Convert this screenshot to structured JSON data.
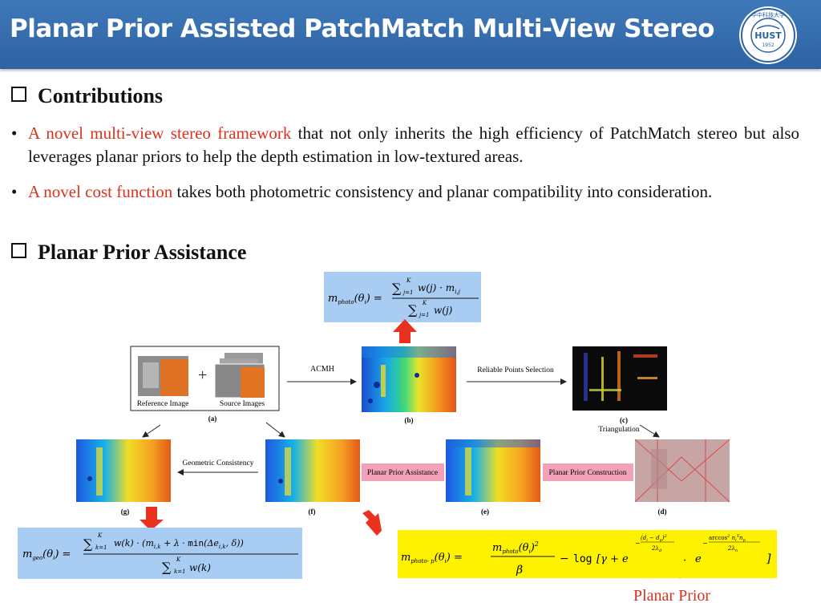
{
  "title": "Planar Prior Assisted PatchMatch Multi-View Stereo",
  "logo": {
    "text_top": "华中科技大学",
    "text_center": "HUST",
    "year": "1952"
  },
  "contributions": {
    "heading": "Contributions",
    "bullets": [
      {
        "highlight": "A novel multi-view stereo framework",
        "rest": " that not only inherits the high efficiency of PatchMatch stereo but also leverages planar priors to help the depth estimation in low-textured areas."
      },
      {
        "highlight": "A novel cost function",
        "rest": " takes both photometric consistency and planar compatibility into consideration."
      }
    ]
  },
  "assistance": {
    "heading": "Planar Prior Assistance"
  },
  "equations": {
    "photo": {
      "lhs": "m",
      "lhs_sub": "photo",
      "theta": "θ",
      "i": "i",
      "sum_top": "K",
      "sum_bottom": "j=1",
      "numerator": "w(j) · m",
      "num_sub": "i,j",
      "denominator": "w(j)"
    },
    "geo": {
      "lhs": "m",
      "lhs_sub": "geo",
      "sum_top": "K",
      "sum_bottom": "k=1",
      "numerator": "w(k) · (m",
      "num_sub": "i,k",
      "num_mid": " + λ · ",
      "min": "min",
      "num_end": "(Δe",
      "num_end_sub": "i,k",
      "num_tail": ", δ))",
      "denominator": "w(k)"
    },
    "photo_p": {
      "lhs": "m",
      "lhs_sub": "photo- p",
      "numerator": "m",
      "num_sub": "photo",
      "num_tail": "(θ",
      "num_i": "i",
      "num_close": ")",
      "power": "2",
      "denominator": "β",
      "log": "log",
      "gamma": "[γ + e",
      "exp1": "(d",
      "exp1_i": "i",
      "exp1_mid": " − d",
      "exp1_p": "p",
      "exp1_close": ")",
      "exp1_pow": "2",
      "exp1_den": "2λ",
      "exp1_den_sub": "d",
      "dot": "·",
      "e2": "e",
      "exp2": "arccos",
      "exp2_pow": "2",
      "exp2_n": " n",
      "exp2_ni": "i",
      "exp2_T": "T",
      "exp2_np": "n",
      "exp2_p": "p",
      "exp2_den": "2λ",
      "exp2_den_sub": "n",
      "close": "]"
    }
  },
  "planar_prior_label": "Planar Prior",
  "diagram": {
    "ref_label": "Reference Image",
    "src_label": "Source Images",
    "plus": "+",
    "acmh": "ACMH",
    "reliable": "Reliable Points Selection",
    "triangulation": "Triangulation",
    "geometric": "Geometric Consistency",
    "assistance": "Planar Prior Assistance",
    "construction": "Planar Prior Construction",
    "panel_labels": {
      "a": "(a)",
      "b": "(b)",
      "c": "(c)",
      "d": "(d)",
      "e": "(e)",
      "f": "(f)",
      "g": "(g)"
    }
  },
  "colors": {
    "title_bar": "#2d62a3",
    "red": "#d9321f",
    "eq_blue": "#a9ccf2",
    "eq_yellow": "#fff200",
    "pink": "#f2a2b8"
  }
}
